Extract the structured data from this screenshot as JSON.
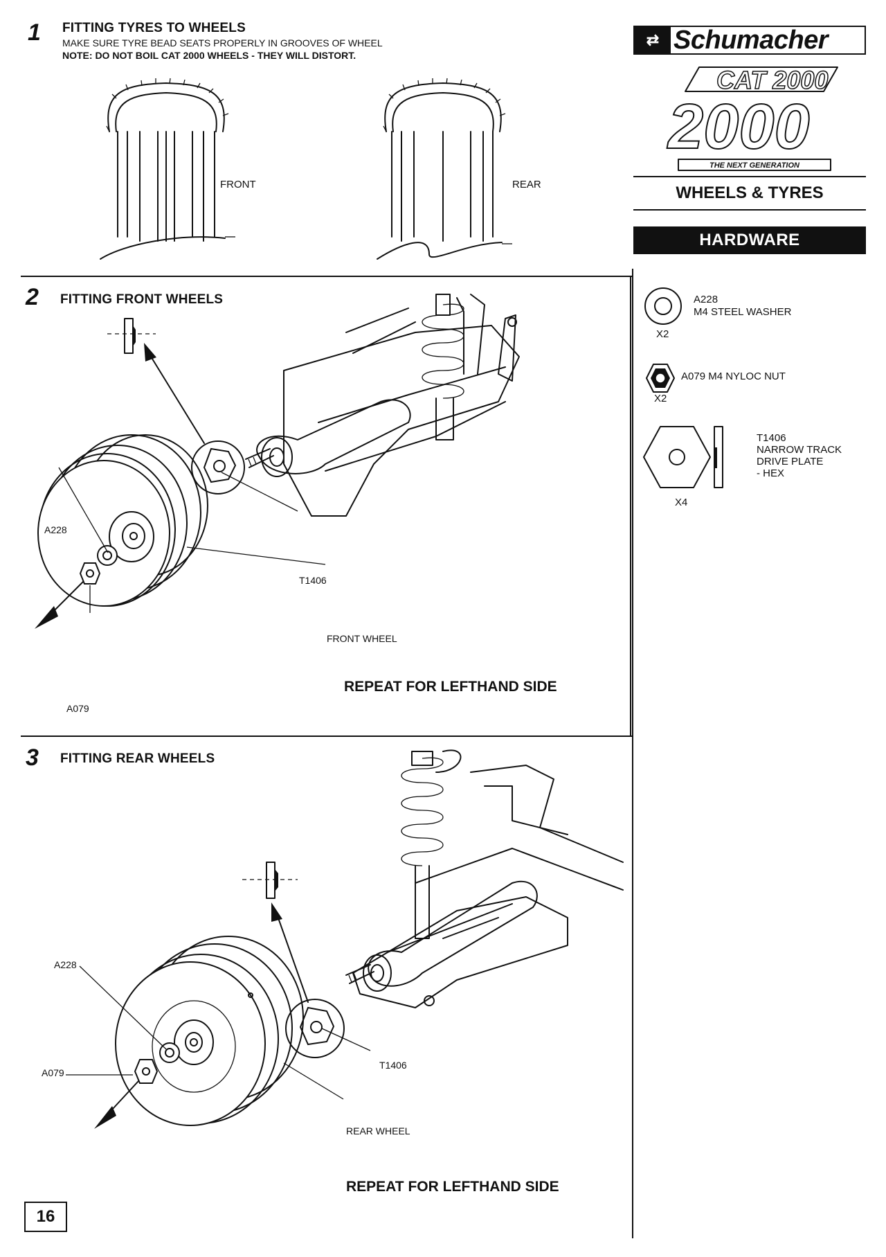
{
  "brand": {
    "name": "Schumacher",
    "logo_text": "CAT 2000",
    "tagline": "THE NEXT GENERATION"
  },
  "section_title": "WHEELS & TYRES",
  "hardware": {
    "title": "HARDWARE",
    "items": [
      {
        "code": "A228",
        "desc": "M4 STEEL WASHER",
        "qty": "X2",
        "icon": "washer-icon"
      },
      {
        "code": "A079",
        "desc": "M4 NYLOC NUT",
        "qty": "X2",
        "icon": "nyloc-nut-icon"
      },
      {
        "code": "T1406",
        "desc_lines": [
          "NARROW TRACK",
          "DRIVE PLATE",
          " - HEX"
        ],
        "qty": "X4",
        "icon": "hex-drive-plate-icon"
      }
    ]
  },
  "step1": {
    "number": "1",
    "title": "FITTING TYRES TO WHEELS",
    "line1": "MAKE SURE TYRE BEAD SEATS PROPERLY IN GROOVES OF WHEEL",
    "note": "NOTE: DO NOT BOIL CAT 2000 WHEELS - THEY WILL DISTORT.",
    "label_front": "FRONT",
    "label_rear": "REAR"
  },
  "step2": {
    "number": "2",
    "title": "FITTING FRONT WHEELS",
    "labels": {
      "a228": "A228",
      "a079": "A079",
      "t1406": "T1406",
      "wheel": "FRONT WHEEL"
    },
    "repeat": "REPEAT FOR LEFTHAND SIDE"
  },
  "step3": {
    "number": "3",
    "title": "FITTING REAR WHEELS",
    "labels": {
      "a228": "A228",
      "a079": "A079",
      "t1406": "T1406",
      "wheel": "REAR WHEEL"
    },
    "repeat": "REPEAT FOR LEFTHAND SIDE"
  },
  "page_number": "16"
}
